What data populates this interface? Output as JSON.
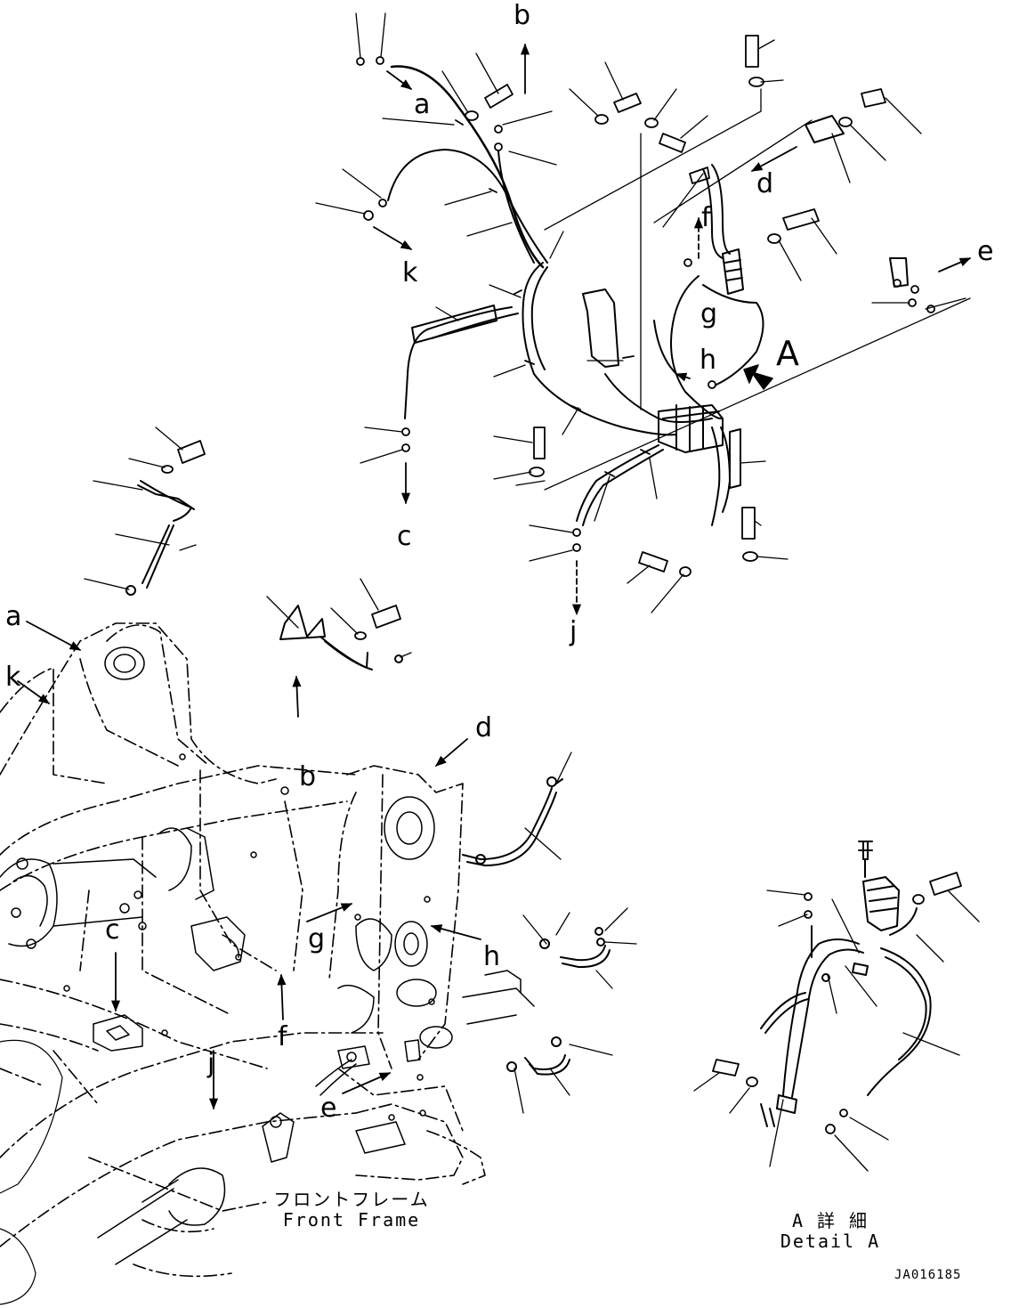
{
  "labels": {
    "a": "a",
    "b": "b",
    "c": "c",
    "d": "d",
    "e": "e",
    "f": "f",
    "g": "g",
    "h": "h",
    "j": "j",
    "k": "k",
    "A": "A"
  },
  "captions": {
    "front_frame_jp": "フロントフレーム",
    "front_frame_en": "Front Frame",
    "detail_jp": "A 詳 細",
    "detail_en": "Detail A"
  },
  "drawing_code": "JA016185",
  "colors": {
    "line": "#000000",
    "background": "#ffffff"
  }
}
